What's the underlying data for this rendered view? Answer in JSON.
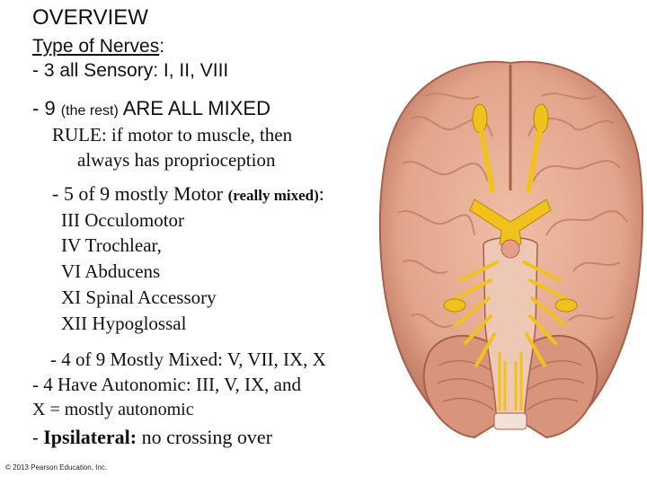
{
  "title": "OVERVIEW",
  "nerve_types": {
    "label": "Type of Nerves",
    "colon": ":"
  },
  "sensory": {
    "prefix": "- 3 all Sensory: ",
    "list": "I, II, VIII"
  },
  "mixed": {
    "prefix": "- 9 ",
    "paren": "(the rest)",
    "suffix": " ARE ALL MIXED"
  },
  "rule": {
    "line1": "RULE: if motor to muscle, then",
    "line2": "always has proprioception"
  },
  "motor": {
    "heading": "- 5 of 9 mostly Motor ",
    "paren": "(really mixed)",
    "colon": ":",
    "nerves": [
      "III Occulomotor",
      "IV Trochlear,",
      "VI Abducens",
      "XI Spinal Accessory",
      "XII Hypoglossal"
    ]
  },
  "mostly_mixed": "- 4 of 9 Mostly Mixed: V, VII, IX, X",
  "autonomic": {
    "line1": "- 4 Have Autonomic: III, V, IX, and",
    "line2": "X = mostly autonomic"
  },
  "ipsilateral": {
    "dash": "- ",
    "label": "Ipsilateral:",
    "text": " no crossing over"
  },
  "copyright": "© 2013 Pearson Education, Inc.",
  "colors": {
    "text": "#111111",
    "brain_tissue": "#e2a58c",
    "brain_shadow": "#b9705a",
    "nerve": "#f2c21c"
  },
  "figure": {
    "icon": "brain-inferior-view-illustration"
  }
}
